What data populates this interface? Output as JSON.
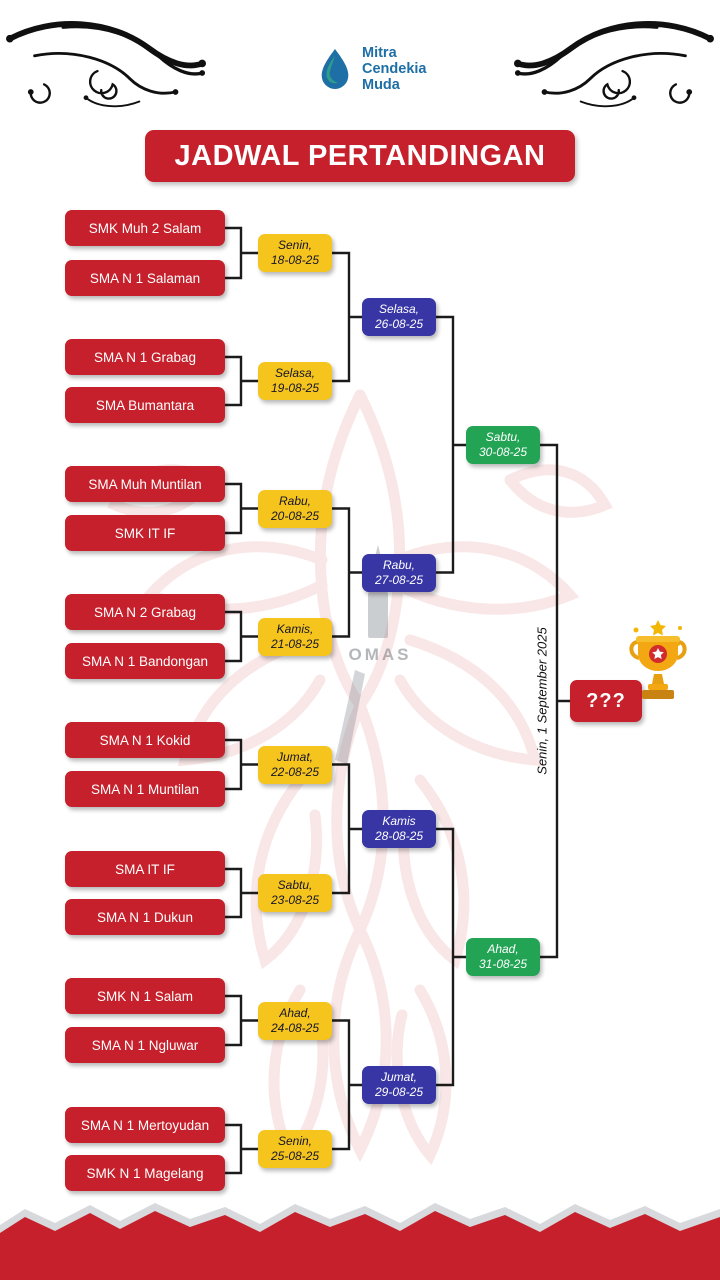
{
  "logo": {
    "line1": "Mitra",
    "line2": "Cendekia",
    "line3": "Muda"
  },
  "title": "JADWAL PERTANDINGAN",
  "teams": [
    "SMK Muh 2 Salam",
    "SMA N 1 Salaman",
    "SMA N 1 Grabag",
    "SMA Bumantara",
    "SMA Muh Muntilan",
    "SMK IT IF",
    "SMA N 2 Grabag",
    "SMA N 1 Bandongan",
    "SMA N 1 Kokid",
    "SMA N 1 Muntilan",
    "SMA IT IF",
    "SMA N 1 Dukun",
    "SMK N 1 Salam",
    "SMA N 1 Ngluwar",
    "SMA N 1 Mertoyudan",
    "SMK N 1 Magelang"
  ],
  "round1": [
    {
      "day": "Senin,",
      "date": "18-08-25"
    },
    {
      "day": "Selasa,",
      "date": "19-08-25"
    },
    {
      "day": "Rabu,",
      "date": "20-08-25"
    },
    {
      "day": "Kamis,",
      "date": "21-08-25"
    },
    {
      "day": "Jumat,",
      "date": "22-08-25"
    },
    {
      "day": "Sabtu,",
      "date": "23-08-25"
    },
    {
      "day": "Ahad,",
      "date": "24-08-25"
    },
    {
      "day": "Senin,",
      "date": "25-08-25"
    }
  ],
  "round2": [
    {
      "day": "Selasa,",
      "date": "26-08-25"
    },
    {
      "day": "Rabu,",
      "date": "27-08-25"
    },
    {
      "day": "Kamis",
      "date": "28-08-25"
    },
    {
      "day": "Jumat,",
      "date": "29-08-25"
    }
  ],
  "semifinals": [
    {
      "day": "Sabtu,",
      "date": "30-08-25"
    },
    {
      "day": "Ahad,",
      "date": "31-08-25"
    }
  ],
  "final": {
    "label": "Senin, 1 September 2025",
    "champion": "???"
  },
  "watermark": {
    "text": "OMAS"
  },
  "colors": {
    "red": "#C5202B",
    "yellow": "#F5C41D",
    "blue": "#3736A4",
    "green": "#23A455",
    "logo_blue": "#1D6FA5"
  }
}
